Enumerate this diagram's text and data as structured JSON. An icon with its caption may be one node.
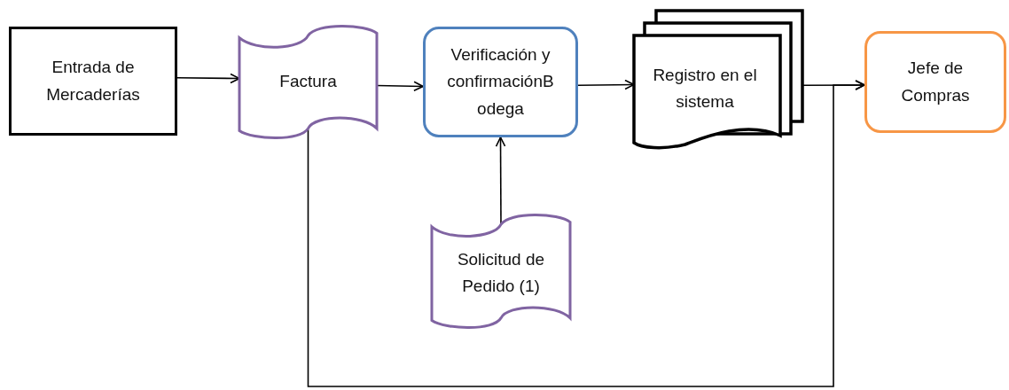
{
  "diagram": {
    "nodes": [
      {
        "text": [
          "Entrada de Mercaderías"
        ]
      },
      {
        "text": [
          "Factura"
        ]
      },
      {
        "text": [
          "Verificación y confirmaciónB odega"
        ]
      },
      {
        "text": [
          "Registro en el sistema"
        ]
      },
      {
        "text": [
          "Jefe de Compras"
        ]
      },
      {
        "text": [
          "Solicitud de Pedido (1)"
        ]
      }
    ],
    "edges": [
      {
        "from": 0,
        "to": 1,
        "arrow": "to"
      },
      {
        "from": 1,
        "to": 2,
        "arrow": "to"
      },
      {
        "from": 2,
        "to": 3,
        "arrow": "to"
      },
      {
        "from": 3,
        "to": 4,
        "arrow": "to"
      },
      {
        "from": 5,
        "to": 2,
        "arrow": "to"
      },
      {
        "from": 1,
        "to": 4,
        "arrow": "to"
      }
    ]
  }
}
